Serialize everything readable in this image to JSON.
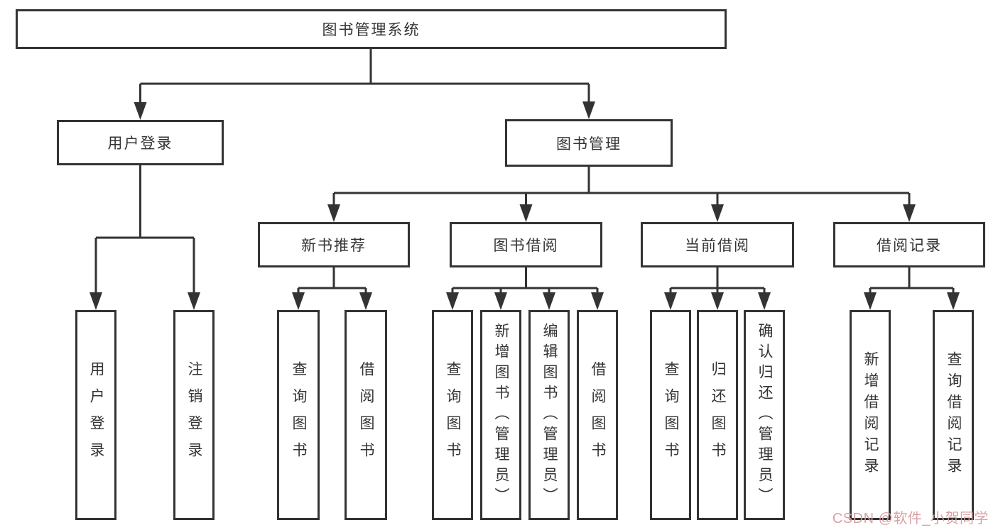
{
  "diagram": {
    "type": "hierarchy-tree",
    "colors": {
      "line": "#333333",
      "box_border": "#333333",
      "box_background": "#ffffff",
      "text": "#333333",
      "watermark": "#d89da2"
    },
    "tree": {
      "root": {
        "label": "图书管理系统"
      },
      "branches": [
        {
          "label": "用户登录",
          "children": [
            {
              "label": "用户登录"
            },
            {
              "label": "注销登录"
            }
          ]
        },
        {
          "label": "图书管理",
          "groups": [
            {
              "label": "新书推荐",
              "children": [
                {
                  "label": "查询图书"
                },
                {
                  "label": "借阅图书"
                }
              ]
            },
            {
              "label": "图书借阅",
              "children": [
                {
                  "label": "查询图书"
                },
                {
                  "label": "新增图书（管理员）"
                },
                {
                  "label": "编辑图书（管理员）"
                },
                {
                  "label": "借阅图书"
                }
              ]
            },
            {
              "label": "当前借阅",
              "children": [
                {
                  "label": "查询图书"
                },
                {
                  "label": "归还图书"
                },
                {
                  "label": "确认归还（管理员）"
                }
              ]
            },
            {
              "label": "借阅记录",
              "children": [
                {
                  "label": "新增借阅记录"
                },
                {
                  "label": "查询借阅记录"
                }
              ]
            }
          ]
        }
      ]
    },
    "watermark": {
      "text": "CSDN @软件_小贺同学"
    }
  }
}
